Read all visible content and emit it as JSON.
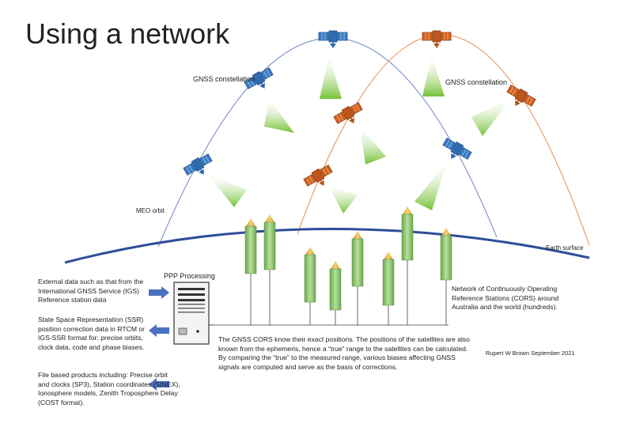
{
  "title": "Using a network",
  "labels": {
    "gnss_left": "GNSS constellation",
    "gnss_right": "GNSS constellation",
    "meo_orbit": "MEO orbit",
    "earth_surface": "Earth surface",
    "ppp_processing": "PPP Processing",
    "cors_network": "Network of Continuously Operating Reference Stations (CORS) around Australia and the world (hundreds).",
    "author": "Rupert W Brown September 2021"
  },
  "inputs": [
    "External data such as that from the International GNSS Service (IGS) Reference station data"
  ],
  "outputs": [
    "State Space Representation (SSR) position correction data in RTCM or IGS-SSR format for: precise orbits, clock data, code and phase biases.",
    "File based products including: Precise orbit and clocks (SP3), Station coordinates (SINEX), Ionosphere models, Zenith Troposphere Delay (COST format)."
  ],
  "explanation": "The GNSS CORS know their exact positions. The positions of the satellites are also known from the ephemeris, hence a “true” range to the satellites can be calculated. By comparing the “true” to the measured range, various biases affecting GNSS signals are computed and serve as the basis of corrections.",
  "colors": {
    "blue_constellation": "#3b7dc4",
    "orange_constellation": "#d4631e",
    "orbit_blue": "#6a85c4",
    "orbit_orange": "#e58a55",
    "earth_line": "#2f4e9a",
    "signal_green": "#7ec43a",
    "station_green": "#8cc66a",
    "arrow": "#4a70c0"
  },
  "icons": [
    "satellite-icon",
    "server-icon",
    "antenna-icon",
    "arrow-icon"
  ]
}
